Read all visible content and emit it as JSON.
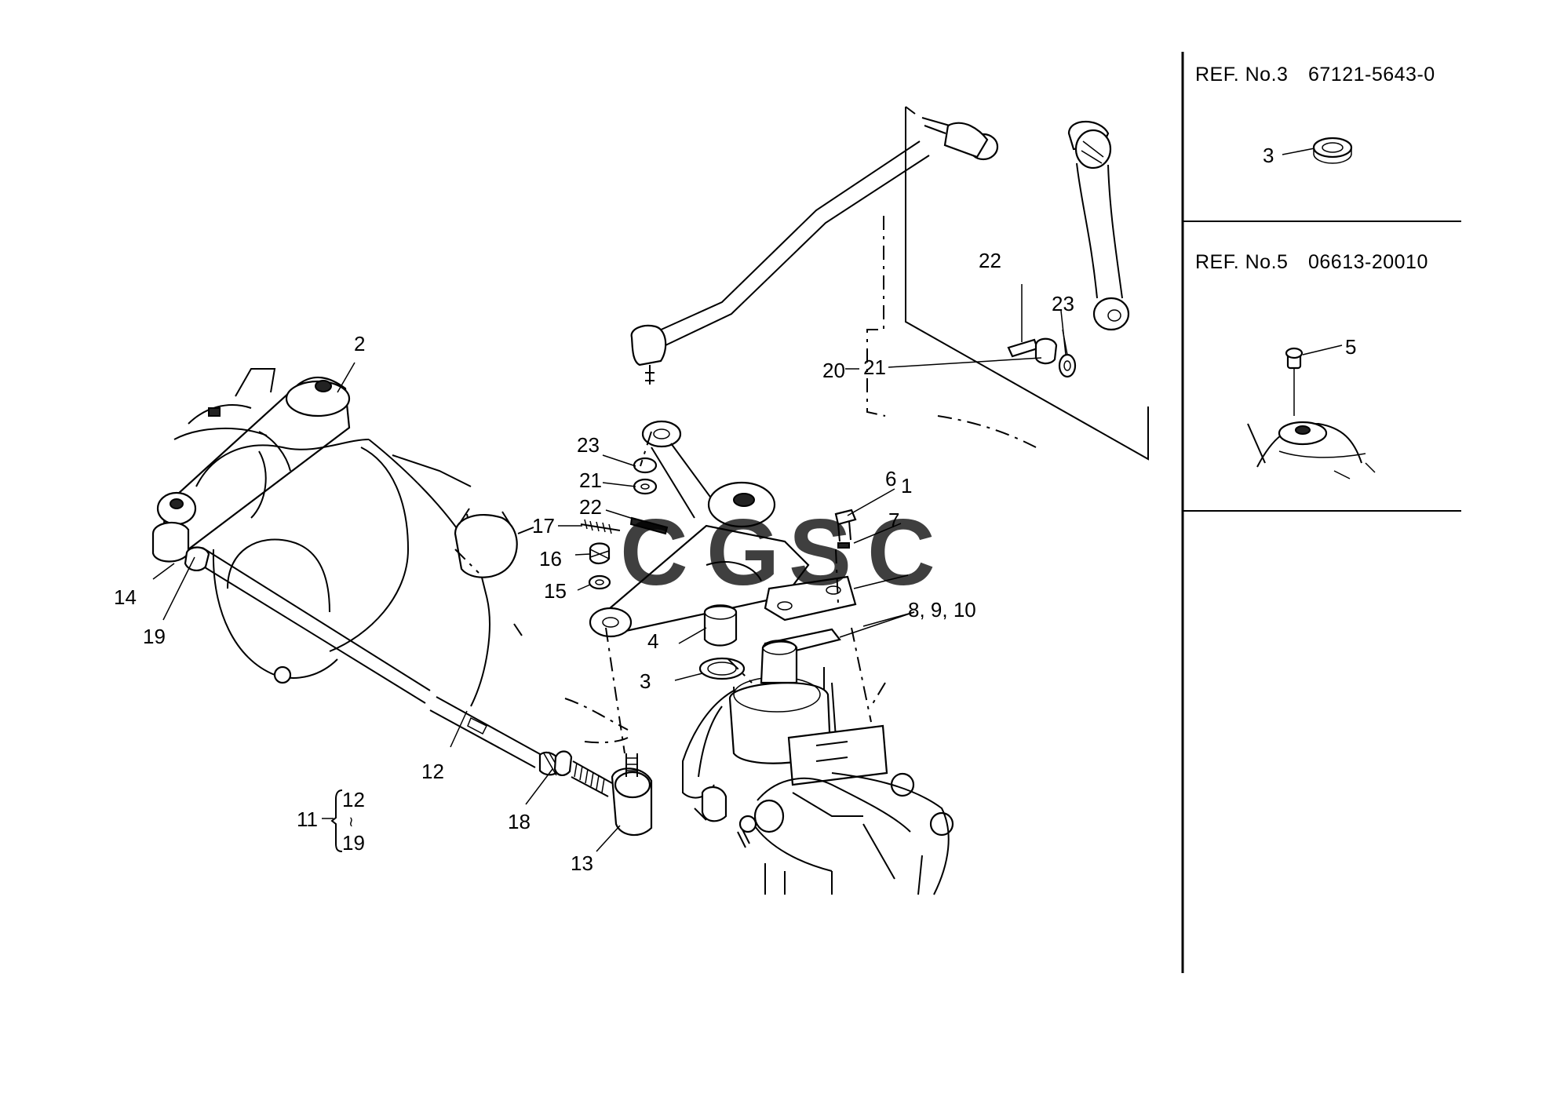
{
  "callouts": {
    "c1": "1",
    "c2": "2",
    "c3": "3",
    "c4": "4",
    "c5": "5",
    "c6": "6",
    "c7": "7",
    "c8_9_10": "8, 9, 10",
    "c11": "11",
    "c12": "12",
    "c12b": "12",
    "c13": "13",
    "c14": "14",
    "c15": "15",
    "c16": "16",
    "c17": "17",
    "c18": "18",
    "c19": "19",
    "c19b": "19",
    "c20": "20",
    "c21a": "21",
    "c21b": "21",
    "c22a": "22",
    "c22b": "22",
    "c23a": "23",
    "c23b": "23",
    "range_mark": "≀"
  },
  "refs": [
    {
      "label": "REF. No.3",
      "part_no": "67121-5643-0",
      "callout": "3"
    },
    {
      "label": "REF. No.5",
      "part_no": "06613-20010",
      "callout": "5"
    }
  ],
  "watermark": {
    "letters": [
      "C",
      "G",
      "S",
      "C"
    ],
    "colors": [
      "#4a8ff0",
      "#f07a6a",
      "#f2c94c",
      "#5fbf8f"
    ]
  }
}
